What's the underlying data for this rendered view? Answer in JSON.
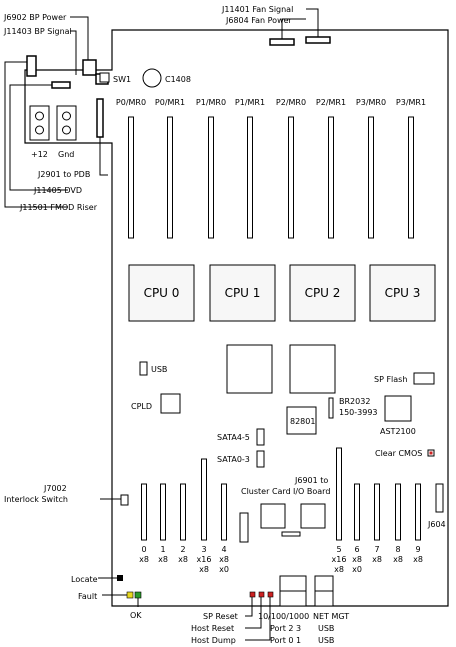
{
  "header_labels": {
    "j6902": "J6902 BP Power",
    "j11403": "J11403 BP Signal",
    "j11401": "J11401 Fan Signal",
    "j6804": "J6804 Fan Power"
  },
  "left_labels": {
    "sw1": "SW1",
    "c1408": "C1408",
    "plus12": "+12",
    "gnd": "Gnd",
    "j2901": "J2901 to PDB",
    "j11405": "J11405 DVD",
    "j11501": "J11501 FMOD Riser"
  },
  "memory_slots": [
    "P0/MR0",
    "P0/MR1",
    "P1/MR0",
    "P1/MR1",
    "P2/MR0",
    "P2/MR1",
    "P3/MR0",
    "P3/MR1"
  ],
  "cpus": [
    "CPU 0",
    "CPU 1",
    "CPU 2",
    "CPU 3"
  ],
  "mid_labels": {
    "usb": "USB",
    "sp_flash": "SP Flash",
    "br2032_line1": "BR2032",
    "br2032_line2": "150-3993",
    "cpld": "CPLD",
    "chip_82801": "82801",
    "ast2100": "AST2100",
    "sata45": "SATA4-5",
    "sata03": "SATA0-3",
    "clear_cmos": "Clear CMOS",
    "j7002_line1": "J7002",
    "j7002_line2": "Interlock Switch",
    "cluster_card": "Cluster Card",
    "j6901_line1": "J6901 to",
    "j6901_line2": "I/O Board",
    "j604": "J604"
  },
  "pcie_slots": [
    {
      "num": "0",
      "w1": "x8",
      "w2": ""
    },
    {
      "num": "1",
      "w1": "x8",
      "w2": ""
    },
    {
      "num": "2",
      "w1": "x8",
      "w2": ""
    },
    {
      "num": "3",
      "w1": "x16",
      "w2": "x8"
    },
    {
      "num": "4",
      "w1": "x8",
      "w2": "x0"
    },
    {
      "num": "5",
      "w1": "x16",
      "w2": "x8"
    },
    {
      "num": "6",
      "w1": "x8",
      "w2": "x0"
    },
    {
      "num": "7",
      "w1": "x8",
      "w2": ""
    },
    {
      "num": "8",
      "w1": "x8",
      "w2": ""
    },
    {
      "num": "9",
      "w1": "x8",
      "w2": ""
    }
  ],
  "bottom_labels": {
    "locate": "Locate",
    "fault": "Fault",
    "ok": "OK",
    "sp_reset": "SP Reset",
    "host_reset": "Host Reset",
    "host_dump": "Host Dump",
    "eth_line1": "10/100/1000",
    "eth_line2": "Port 2 3",
    "eth_line3": "Port 0 1",
    "net_mgt": "NET MGT",
    "usb1": "USB",
    "usb2": "USB"
  },
  "colors": {
    "line": "#000000",
    "cpu_fill": "#f7f7f7",
    "led_green": "#2a9a2a",
    "led_yellow": "#e8d820",
    "led_red": "#cc2222",
    "cmos_red": "#cc2222"
  }
}
